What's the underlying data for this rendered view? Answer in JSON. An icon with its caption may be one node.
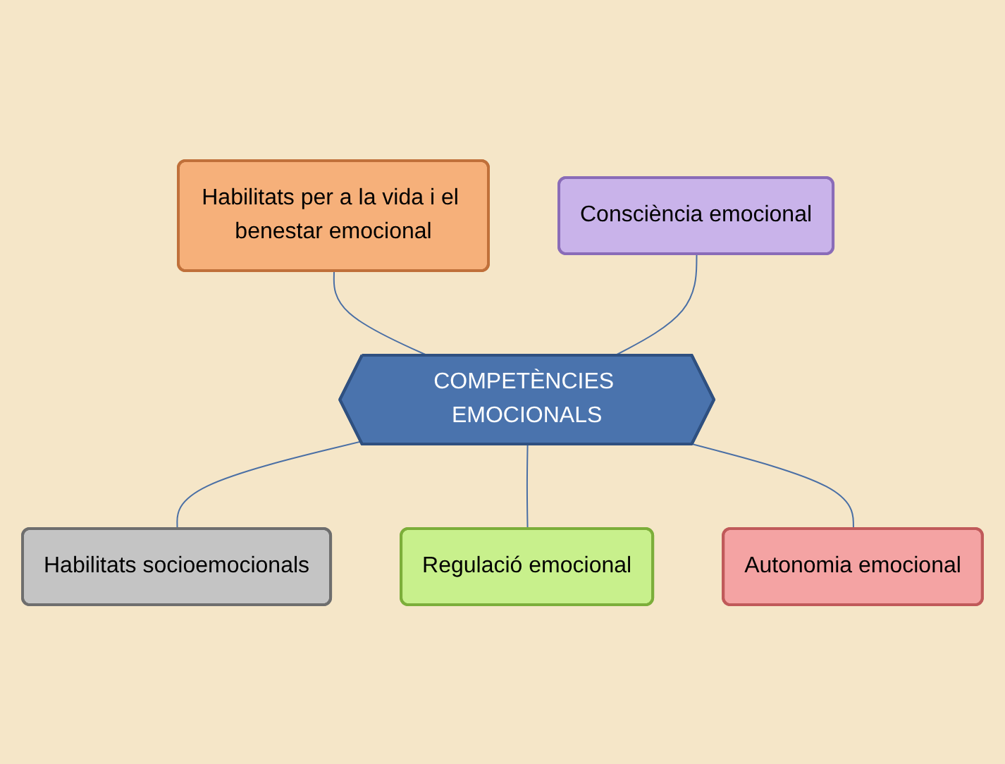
{
  "diagram": {
    "nodes": [
      {
        "text": [
          "Habilitats per a la vida i el benestar emocional"
        ]
      },
      {
        "text": [
          "Consciència emocional"
        ]
      },
      {
        "text": [
          "COMPETÈNCIES EMOCIONALS"
        ]
      },
      {
        "text": [
          "Habilitats socioemocionals"
        ]
      },
      {
        "text": [
          "Regulació emocional"
        ]
      },
      {
        "text": [
          "Autonomia emocional"
        ]
      }
    ],
    "edges": [
      {
        "from": 0,
        "to": 2,
        "arrow": "none"
      },
      {
        "from": 1,
        "to": 2,
        "arrow": "none"
      },
      {
        "from": 2,
        "to": 3,
        "arrow": "none"
      },
      {
        "from": 2,
        "to": 4,
        "arrow": "none"
      },
      {
        "from": 2,
        "to": 5,
        "arrow": "none"
      }
    ]
  }
}
